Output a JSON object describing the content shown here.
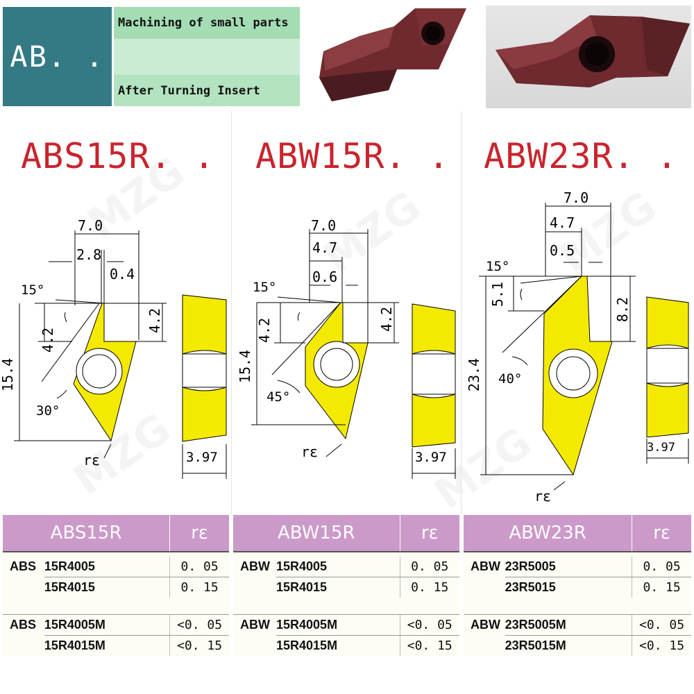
{
  "banner": {
    "code": "AB. .",
    "line1": "Machining of small parts",
    "line2": "After Turning Insert"
  },
  "watermark": "MZG",
  "colors": {
    "insert": "#f4ea00",
    "title": "#c9242d",
    "header": "#cb9ac9",
    "banner": "#337a85",
    "tag": "#a4dcb4"
  },
  "products": [
    {
      "title": "ABS15R. .",
      "dims": {
        "width": "7.0",
        "upper": "2.8",
        "tip": "0.4",
        "angle_top": "15°",
        "depth_left": "4.2",
        "depth_right": "4.2",
        "length": "15.4",
        "angle_bottom": "30°",
        "radius": "rε",
        "thickness": "3.97"
      }
    },
    {
      "title": "ABW15R. .",
      "dims": {
        "width": "7.0",
        "upper": "4.7",
        "tip": "0.6",
        "angle_top": "15°",
        "depth_left": "4.2",
        "depth_right": "4.2",
        "length": "15.4",
        "angle_bottom": "45°",
        "radius": "rε",
        "thickness": "3.97"
      }
    },
    {
      "title": "ABW23R. .",
      "dims": {
        "width": "7.0",
        "upper": "4.7",
        "tip": "0.5",
        "angle_top": "15°",
        "depth_left": "5.1",
        "depth_right": "8.2",
        "length": "23.4",
        "angle_bottom": "40°",
        "radius": "rε",
        "thickness": "3.97"
      }
    }
  ],
  "tables": [
    {
      "header": "ABS15R",
      "re_header": "rε",
      "rows": [
        {
          "prefix": "ABS",
          "code": "15R4005",
          "re": "0. 05"
        },
        {
          "prefix": "",
          "code": "15R4015",
          "re": "0. 15"
        },
        {
          "prefix": "ABS",
          "code": "15R4005M",
          "re": "<0. 05"
        },
        {
          "prefix": "",
          "code": "15R4015M",
          "re": "<0. 15"
        }
      ]
    },
    {
      "header": "ABW15R",
      "re_header": "rε",
      "rows": [
        {
          "prefix": "ABW",
          "code": "15R4005",
          "re": "0. 05"
        },
        {
          "prefix": "",
          "code": "15R4015",
          "re": "0. 15"
        },
        {
          "prefix": "ABW",
          "code": "15R4005M",
          "re": "<0. 05"
        },
        {
          "prefix": "",
          "code": "15R4015M",
          "re": "<0. 15"
        }
      ]
    },
    {
      "header": "ABW23R",
      "re_header": "rε",
      "rows": [
        {
          "prefix": "ABW",
          "code": "23R5005",
          "re": "0. 05"
        },
        {
          "prefix": "",
          "code": "23R5015",
          "re": "0. 15"
        },
        {
          "prefix": "ABW",
          "code": "23R5005M",
          "re": "<0. 05"
        },
        {
          "prefix": "",
          "code": "23R5015M",
          "re": "<0. 15"
        }
      ]
    }
  ]
}
